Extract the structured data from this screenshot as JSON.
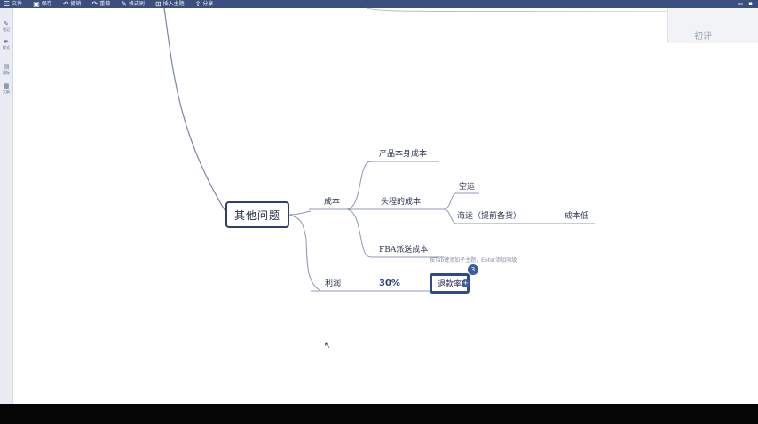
{
  "toolbar": {
    "items": [
      {
        "icon": "menu-icon",
        "glyph": "☰",
        "label": "文件"
      },
      {
        "icon": "save-icon",
        "glyph": "▣",
        "label": "保存"
      },
      {
        "icon": "undo-icon",
        "glyph": "↶",
        "label": "撤销"
      },
      {
        "icon": "redo-icon",
        "glyph": "↷",
        "label": "重做"
      },
      {
        "icon": "brush-icon",
        "glyph": "✎",
        "label": "格式刷"
      },
      {
        "icon": "insert-icon",
        "glyph": "⊞",
        "label": "插入主题"
      },
      {
        "icon": "share-icon",
        "glyph": "⇪",
        "label": "分享"
      }
    ],
    "right_icons": [
      "▭",
      "▪"
    ]
  },
  "leftbar": {
    "items": [
      {
        "icon": "pen-icon",
        "glyph": "✎",
        "label": "笔记"
      },
      {
        "icon": "brush-icon",
        "glyph": "✒",
        "label": "样式"
      },
      {
        "icon": "image-icon",
        "glyph": "▤",
        "label": "图标"
      },
      {
        "icon": "outline-icon",
        "glyph": "▦",
        "label": "大纲"
      }
    ]
  },
  "top_right": {
    "label": "初评"
  },
  "mindmap": {
    "root": "其他问题",
    "branch_cost": "成本",
    "cost_product": "产品本身成本",
    "cost_shipping": "头程的成本",
    "ship_air": "空运",
    "ship_sea": "海运（提前备货）",
    "ship_sea_note": "成本低",
    "cost_fba": "FBA派送成本",
    "branch_profit": "利润",
    "profit_value": "30%",
    "refund_rate": "退款率",
    "selected_hint": "按Tab键添加子主题，Enter添加同级",
    "badge": "3",
    "plus": "+"
  },
  "cursor_glyph": "↖"
}
